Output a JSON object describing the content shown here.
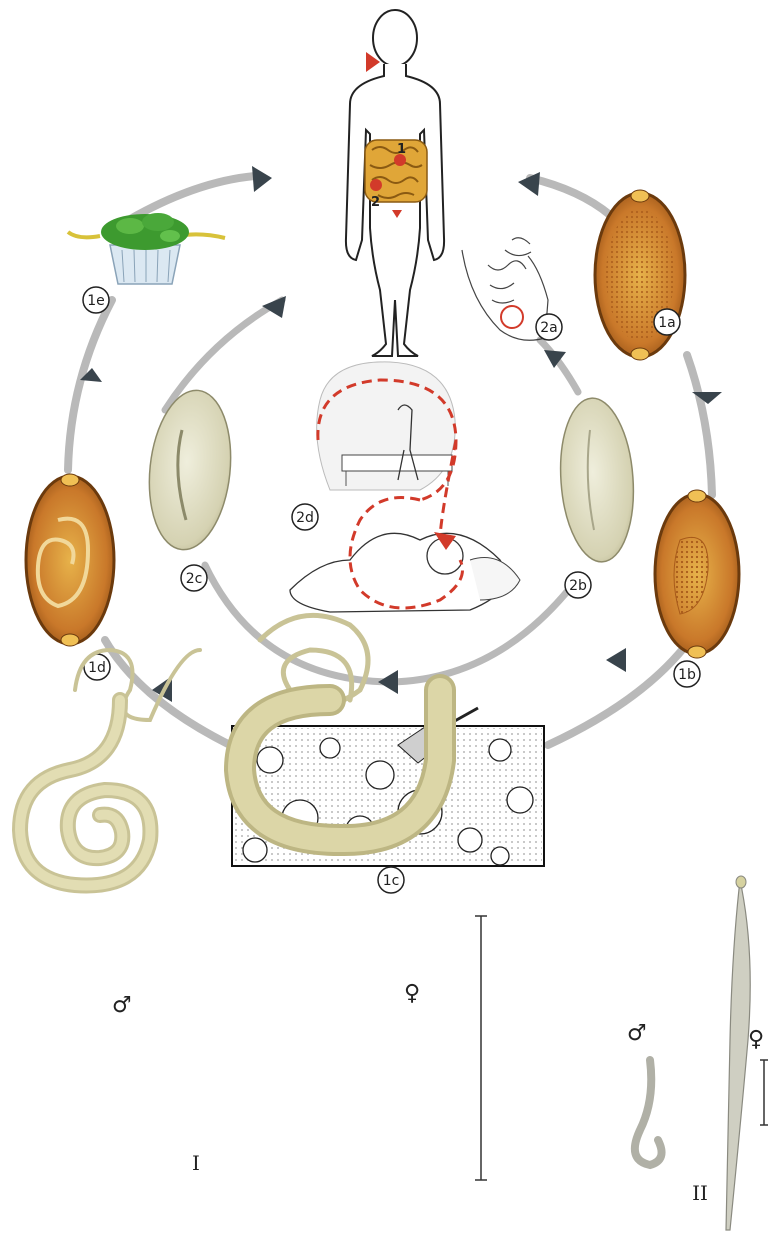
{
  "stages": {
    "s1a": "1a",
    "s1b": "1b",
    "s1c": "1c",
    "s1d": "1d",
    "s1e": "1e",
    "s2a": "2a",
    "s2b": "2b",
    "s2c": "2c",
    "s2d": "2d"
  },
  "intestine_markers": {
    "m1": "1",
    "m2": "2"
  },
  "species": {
    "I": {
      "numeral": "I",
      "male": "♂",
      "female": "♀"
    },
    "II": {
      "numeral": "II",
      "male": "♂",
      "female": "♀"
    }
  },
  "colors": {
    "arrow": "#b9b9b9",
    "arrowhead": "#39444c",
    "egg_amber": "#c9782a",
    "egg_pale": "#d9d5b6",
    "worm": "#d7d2a0",
    "red_accent": "#d23a2a"
  }
}
